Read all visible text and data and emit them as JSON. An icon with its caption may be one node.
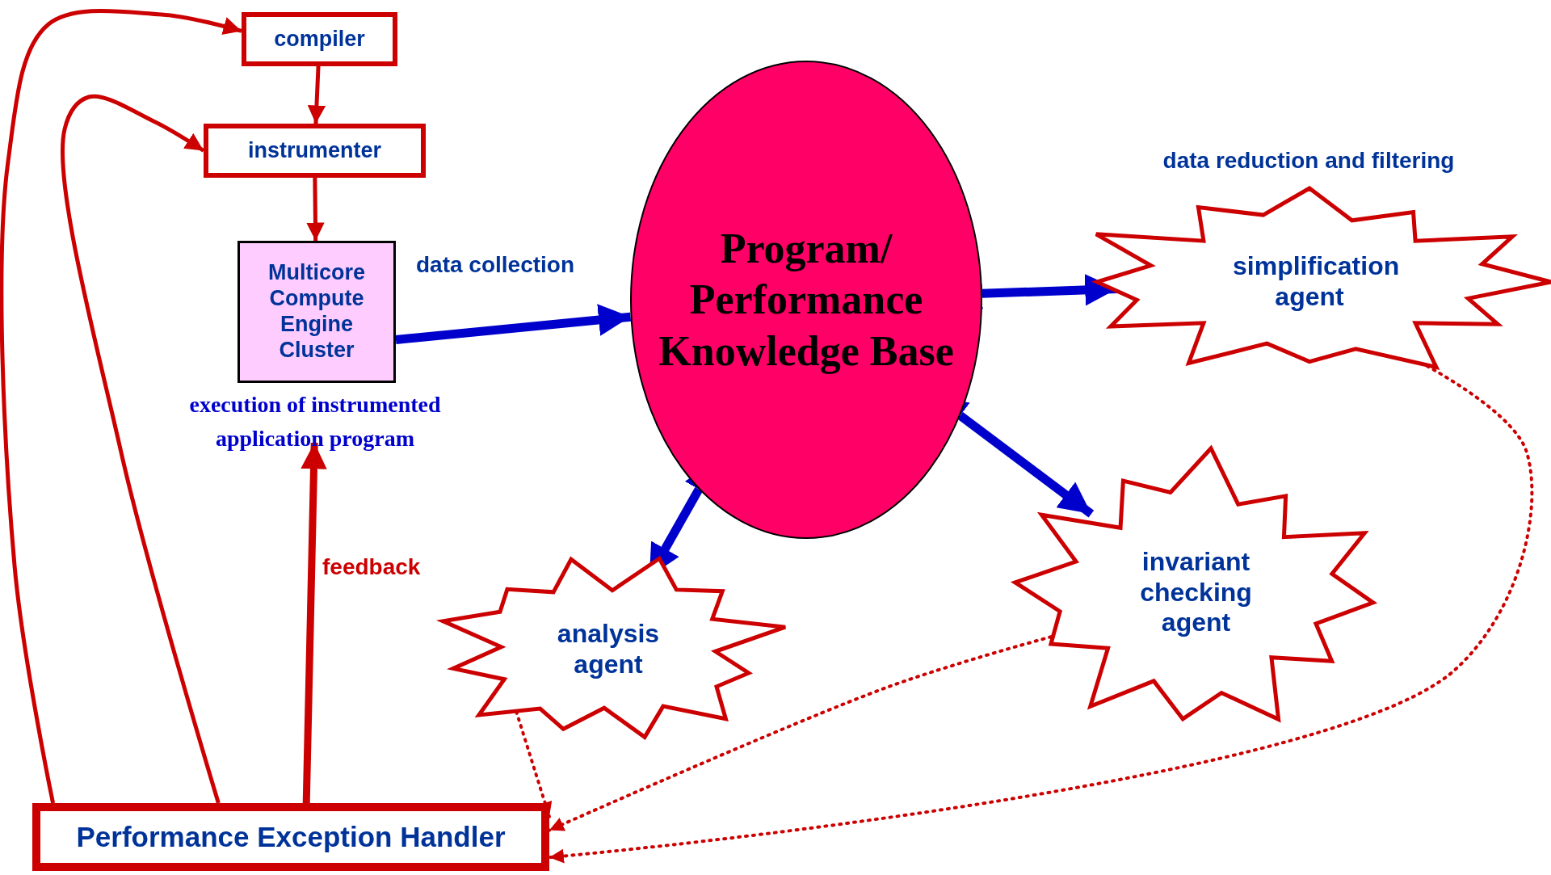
{
  "diagram": {
    "nodes": [
      {
        "text": [
          "compiler"
        ]
      },
      {
        "text": [
          "instrumenter"
        ]
      },
      {
        "text": [
          "Multicore Compute Engine Cluster"
        ],
        "beside": [
          "execution of instrumented application program"
        ]
      },
      {
        "text": [
          "Program/ Performance Knowledge Base"
        ]
      },
      {
        "text": [
          "simplification agent"
        ],
        "beside": [
          "data reduction and filtering"
        ]
      },
      {
        "text": [
          "analysis agent"
        ]
      },
      {
        "text": [
          "invariant checking agent"
        ]
      },
      {
        "text": [
          "Performance Exception Handler"
        ]
      }
    ],
    "edges": [
      {
        "from": 0,
        "to": 1,
        "arrow": "to"
      },
      {
        "from": 1,
        "to": 2,
        "arrow": "to"
      },
      {
        "from": 2,
        "to": 3,
        "arrow": "to",
        "label": "data collection",
        "style": "thick",
        "color": "#0000cc"
      },
      {
        "from": 3,
        "to": 4,
        "arrow": "both",
        "style": "thick",
        "color": "#0000cc"
      },
      {
        "from": 3,
        "to": 6,
        "arrow": "both",
        "style": "thick",
        "color": "#0000cc"
      },
      {
        "from": 3,
        "to": 5,
        "arrow": "both",
        "style": "thick",
        "color": "#0000cc"
      },
      {
        "from": 7,
        "to": 0,
        "arrow": "to"
      },
      {
        "from": 7,
        "to": 1,
        "arrow": "to"
      },
      {
        "from": 7,
        "to": 2,
        "arrow": "to",
        "label": "feedback",
        "style": "thick"
      },
      {
        "from": 5,
        "to": 7,
        "arrow": "to",
        "style": "dashed"
      },
      {
        "from": 6,
        "to": 7,
        "arrow": "to",
        "style": "dashed"
      },
      {
        "from": 4,
        "to": 7,
        "arrow": "to",
        "style": "dashed"
      }
    ]
  }
}
